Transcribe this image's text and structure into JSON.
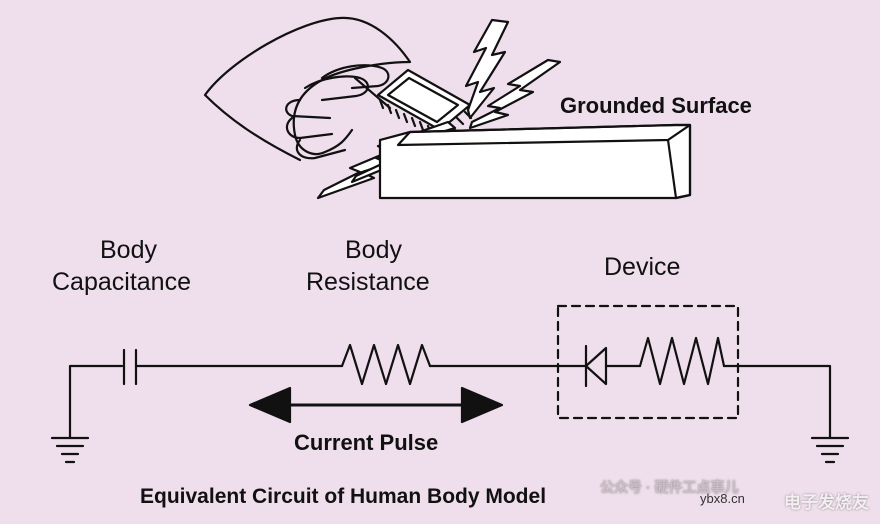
{
  "labels": {
    "grounded_surface": "Grounded Surface",
    "body_capacitance_line1": "Body",
    "body_capacitance_line2": "Capacitance",
    "body_resistance_line1": "Body",
    "body_resistance_line2": "Resistance",
    "device": "Device",
    "current_pulse": "Current Pulse",
    "caption": "Equivalent Circuit of Human Body Model"
  },
  "watermarks": {
    "left": "公众号 · 硬件工点事儿",
    "site": "ybx8.cn",
    "right": "电子发烧友"
  },
  "colors": {
    "background": "#efdeeb",
    "ink": "#111111"
  }
}
